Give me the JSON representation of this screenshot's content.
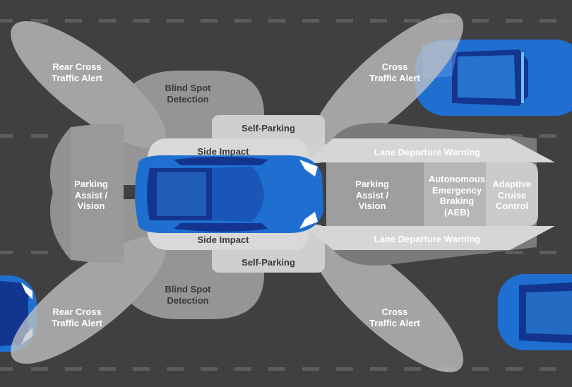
{
  "zones": {
    "rear_cross_top": "Rear Cross\nTraffic Alert",
    "rear_cross_bottom": "Rear Cross\nTraffic Alert",
    "blind_spot_top": "Blind Spot\nDetection",
    "blind_spot_bottom": "Blind Spot\nDetection",
    "self_parking_top": "Self-Parking",
    "self_parking_bottom": "Self-Parking",
    "side_impact_top": "Side Impact",
    "side_impact_bottom": "Side Impact",
    "parking_assist_rear": "Parking\nAssist /\nVision",
    "parking_assist_front": "Parking\nAssist /\nVision",
    "lane_departure_top": "Lane Departure Warning",
    "lane_departure_bottom": "Lane Departure Warning",
    "aeb": "Autonomous\nEmergency\nBraking\n(AEB)",
    "adaptive_cruise": "Adaptive\nCruise\nControl",
    "cross_traffic_top": "Cross\nTraffic Alert",
    "cross_traffic_bottom": "Cross\nTraffic Alert"
  },
  "colors": {
    "road": "#404043",
    "lane_marking": "#5d5d60",
    "zone_fill": "#bdbdbd",
    "car_blue": "#1e6fd0",
    "car_dark": "#13358f",
    "car_light": "#2f8fe6",
    "label_dark": "#3a3a3d",
    "label_light": "#ffffff"
  }
}
